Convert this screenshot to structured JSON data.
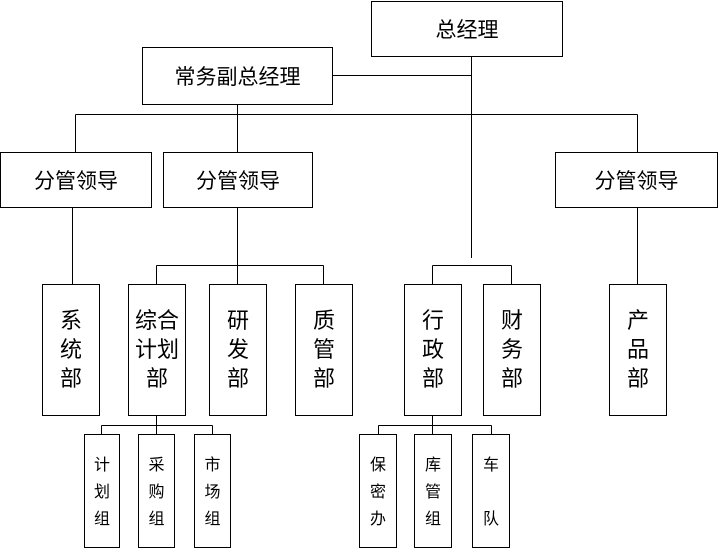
{
  "nodes": {
    "gm": "总经理",
    "vice": "常务副总经理",
    "lead1": "分管领导",
    "lead2": "分管领导",
    "lead3": "分管领导",
    "xitong": [
      "系",
      "统",
      "部"
    ],
    "zonghe": [
      "综合",
      "计划",
      "部"
    ],
    "yanfa": [
      "研",
      "发",
      "部"
    ],
    "zhiguan": [
      "质",
      "管",
      "部"
    ],
    "xingzheng": [
      "行",
      "政",
      "部"
    ],
    "caiwu": [
      "财",
      "务",
      "部"
    ],
    "chanpin": [
      "产",
      "品",
      "部"
    ],
    "jihua": [
      "计",
      "划",
      "组"
    ],
    "caigou": [
      "采",
      "购",
      "组"
    ],
    "shichang": [
      "市",
      "场",
      "组"
    ],
    "baomi": [
      "保",
      "密",
      "办"
    ],
    "kuguan": [
      "库",
      "管",
      "组"
    ],
    "chedui": [
      "车",
      "",
      "队"
    ]
  }
}
